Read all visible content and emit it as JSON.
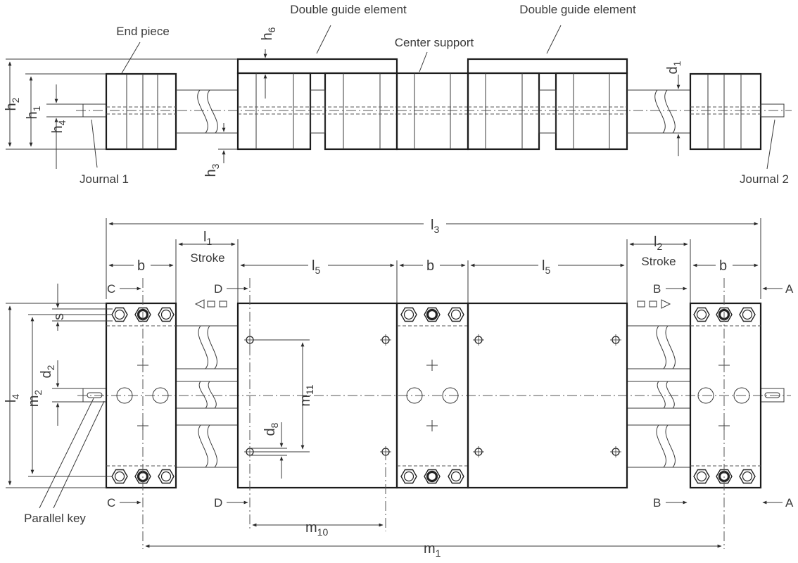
{
  "labels": {
    "double_guide_1": "Double guide element",
    "double_guide_2": "Double guide element",
    "center_support": "Center support",
    "end_piece": "End piece",
    "journal_1": "Journal 1",
    "journal_2": "Journal 2",
    "parallel_key": "Parallel key",
    "stroke_1": "Stroke",
    "stroke_2": "Stroke"
  },
  "dims": {
    "h2": {
      "base": "h",
      "sub": "2"
    },
    "h1": {
      "base": "h",
      "sub": "1"
    },
    "h4": {
      "base": "h",
      "sub": "4"
    },
    "h6": {
      "base": "h",
      "sub": "6"
    },
    "h3": {
      "base": "h",
      "sub": "3"
    },
    "d1": {
      "base": "d",
      "sub": "1"
    },
    "l3": {
      "base": "l",
      "sub": "3"
    },
    "l1": {
      "base": "l",
      "sub": "1"
    },
    "l2": {
      "base": "l",
      "sub": "2"
    },
    "l5a": {
      "base": "l",
      "sub": "5"
    },
    "l5b": {
      "base": "l",
      "sub": "5"
    },
    "l4": {
      "base": "l",
      "sub": "4"
    },
    "m2": {
      "base": "m",
      "sub": "2"
    },
    "m11": {
      "base": "m",
      "sub": "11"
    },
    "m10": {
      "base": "m",
      "sub": "10"
    },
    "m1": {
      "base": "m",
      "sub": "1"
    },
    "d2": {
      "base": "d",
      "sub": "2"
    },
    "d8": {
      "base": "d",
      "sub": "8"
    },
    "b1": "b",
    "b2": "b",
    "b3": "b",
    "s": "s"
  },
  "sections": {
    "c_top": "C",
    "c_bot": "C",
    "d_top": "D",
    "d_bot": "D",
    "b_top": "B",
    "b_bot": "B",
    "a_top": "A",
    "a_bot": "A"
  }
}
